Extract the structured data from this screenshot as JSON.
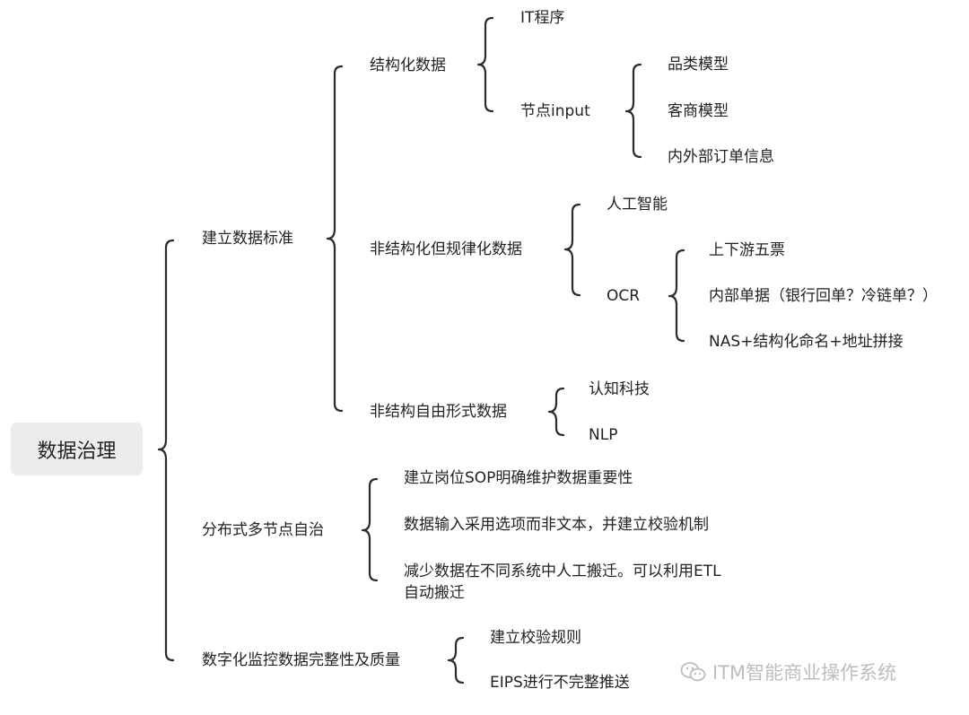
{
  "root": {
    "label": "数据治理"
  },
  "branches": [
    {
      "label": "建立数据标准",
      "children": [
        {
          "label": "结构化数据",
          "children": [
            {
              "label": "IT程序"
            },
            {
              "label": "节点input",
              "children": [
                "品类模型",
                "客商模型",
                "内外部订单信息"
              ]
            }
          ]
        },
        {
          "label": "非结构化但规律化数据",
          "children": [
            {
              "label": "人工智能"
            },
            {
              "label": "OCR",
              "children": [
                "上下游五票",
                "内部单据（银行回单？冷链单？）",
                "NAS+结构化命名+地址拼接"
              ]
            }
          ]
        },
        {
          "label": "非结构自由形式数据",
          "children": [
            {
              "label": "认知科技"
            },
            {
              "label": "NLP"
            }
          ]
        }
      ]
    },
    {
      "label": "分布式多节点自治",
      "children": [
        {
          "label": "建立岗位SOP明确维护数据重要性"
        },
        {
          "label": "数据输入采用选项而非文本，并建立校验机制"
        },
        {
          "label_lines": [
            "减少数据在不同系统中人工搬迁。可以利用ETL",
            "自动搬迁"
          ]
        }
      ]
    },
    {
      "label": "数字化监控数据完整性及质量",
      "children": [
        {
          "label": "建立校验规则"
        },
        {
          "label": "EIPS进行不完整推送"
        }
      ]
    }
  ],
  "watermark": {
    "text": "ITM智能商业操作系统",
    "icon": "wechat-icon"
  }
}
